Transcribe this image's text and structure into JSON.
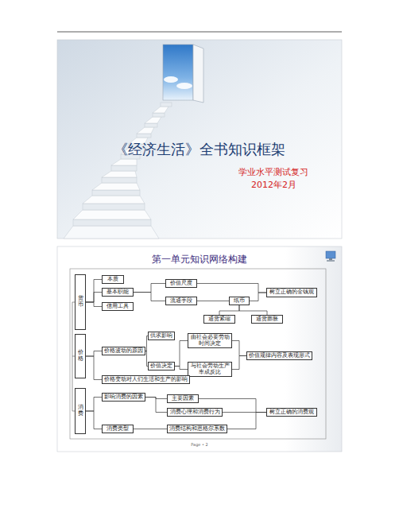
{
  "diagram": {
    "title": "《经济生活》全书知识框架",
    "nodes": [
      {
        "text": [
          "货币"
        ]
      },
      {
        "text": [
          "本质"
        ]
      },
      {
        "text": [
          "基本职能"
        ]
      },
      {
        "text": [
          "信用工具"
        ]
      },
      {
        "text": [
          "价值尺度"
        ]
      },
      {
        "text": [
          "流通手段"
        ]
      },
      {
        "text": [
          "树立正确的金钱观"
        ]
      },
      {
        "text": [
          "纸币"
        ]
      },
      {
        "text": [
          "通货紧缩"
        ]
      },
      {
        "text": [
          "通货膨胀"
        ]
      },
      {
        "text": [
          "价格"
        ]
      },
      {
        "text": [
          "价格波动的原因"
        ]
      },
      {
        "text": [
          "供求影响"
        ]
      },
      {
        "text": [
          "价值决定"
        ]
      },
      {
        "text": [
          "由社会必要劳动时间决定"
        ]
      },
      {
        "text": [
          "与社会劳动生产率成反比"
        ]
      },
      {
        "text": [
          "价值规律内容及表现形式"
        ]
      },
      {
        "text": [
          "价格变动对人们生活和生产的影响"
        ]
      },
      {
        "text": [
          "消费"
        ]
      },
      {
        "text": [
          "影响消费的因素"
        ]
      },
      {
        "text": [
          "主要因素"
        ]
      },
      {
        "text": [
          "消费心理和消费行为"
        ]
      },
      {
        "text": [
          "树立正确的消费观"
        ]
      },
      {
        "text": [
          "消费类型"
        ]
      },
      {
        "text": [
          "消费结构和恩格尔系数"
        ]
      }
    ],
    "edges": [
      {
        "from": 0,
        "to": 1,
        "arrow": "none"
      },
      {
        "from": 0,
        "to": 2,
        "arrow": "none"
      },
      {
        "from": 0,
        "to": 3,
        "arrow": "none"
      },
      {
        "from": 2,
        "to": 4,
        "arrow": "none"
      },
      {
        "from": 2,
        "to": 5,
        "arrow": "none"
      },
      {
        "from": 4,
        "to": 6,
        "arrow": "none"
      },
      {
        "from": 5,
        "to": 7,
        "arrow": "none"
      },
      {
        "from": 7,
        "to": 6,
        "arrow": "none"
      },
      {
        "from": 7,
        "to": 8,
        "arrow": "none"
      },
      {
        "from": 7,
        "to": 9,
        "arrow": "none"
      },
      {
        "from": 10,
        "to": 11,
        "arrow": "none"
      },
      {
        "from": 10,
        "to": 17,
        "arrow": "none"
      },
      {
        "from": 11,
        "to": 12,
        "arrow": "none"
      },
      {
        "from": 11,
        "to": 13,
        "arrow": "none"
      },
      {
        "from": 13,
        "to": 14,
        "arrow": "none"
      },
      {
        "from": 13,
        "to": 15,
        "arrow": "none"
      },
      {
        "from": 14,
        "to": 16,
        "arrow": "none"
      },
      {
        "from": 15,
        "to": 16,
        "arrow": "none"
      },
      {
        "from": 18,
        "to": 19,
        "arrow": "none"
      },
      {
        "from": 18,
        "to": 23,
        "arrow": "none"
      },
      {
        "from": 19,
        "to": 20,
        "arrow": "none"
      },
      {
        "from": 19,
        "to": 21,
        "arrow": "none"
      },
      {
        "from": 20,
        "to": 22,
        "arrow": "none"
      },
      {
        "from": 21,
        "to": 22,
        "arrow": "none"
      },
      {
        "from": 24,
        "to": 22,
        "arrow": "none"
      },
      {
        "from": 23,
        "to": 24,
        "arrow": "none"
      }
    ],
    "labels": [
      "学业水平测试复习",
      "2012年2月",
      "第一单元知识网络构建",
      "Page • 2"
    ]
  }
}
